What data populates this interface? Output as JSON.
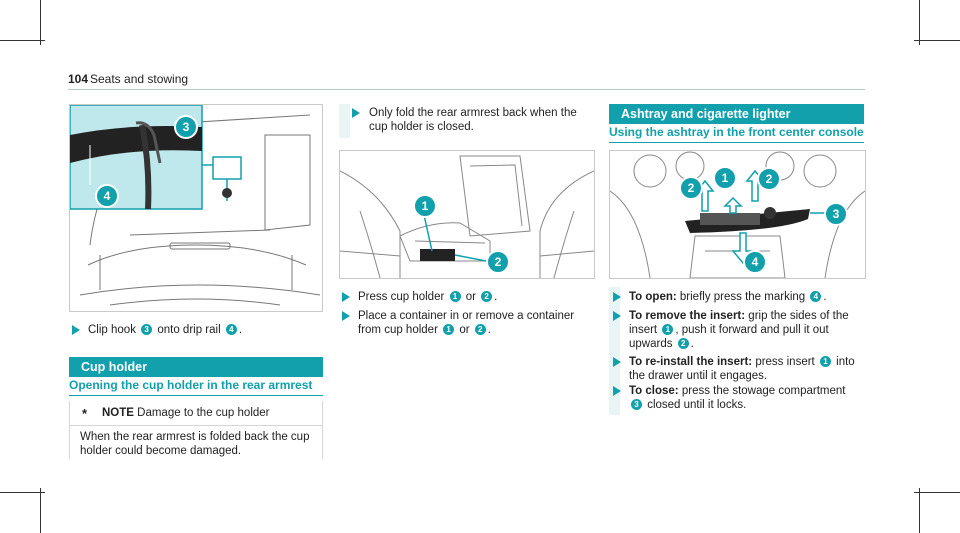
{
  "header": {
    "page_number": "104",
    "section": "Seats and stowing"
  },
  "col1": {
    "item1": {
      "before": "Clip hook",
      "badge": "3",
      "middle": "onto drip rail",
      "badge2": "4",
      "end": "."
    },
    "section_title": "Cup holder",
    "subsection_title": "Opening the cup holder in the rear armrest",
    "note": {
      "icon": "*",
      "title": "NOTE",
      "subtitle": "Damage to the cup holder",
      "body": "When the rear armrest is folded back the cup holder could become damaged."
    },
    "figure_callouts": [
      "3",
      "4"
    ]
  },
  "col2": {
    "intro": "Only fold the rear armrest back when the cup holder is closed.",
    "steps": [
      {
        "text": "Press cup holder",
        "b1": "1",
        "mid": "or",
        "b2": "2",
        "end": "."
      },
      {
        "text": "Place a container in or remove a container from cup holder",
        "b1": "1",
        "mid": "or",
        "b2": "2",
        "end": "."
      }
    ],
    "figure_callouts": [
      "1",
      "2"
    ]
  },
  "col3": {
    "section_title": "Ashtray and cigarette lighter",
    "subsection_title": "Using the ashtray in the front center console",
    "figure_callouts": [
      "2",
      "1",
      "2",
      "3",
      "4"
    ],
    "steps": [
      {
        "kw": "To open:",
        "text": "briefly press the marking",
        "b1": "4",
        "end": "."
      },
      {
        "kw": "To remove the insert:",
        "text": "grip the sides of the insert",
        "b1": "1",
        "text2": ", push it forward and pull it out upwards",
        "b2": "2",
        "end": "."
      },
      {
        "kw": "To re-install the insert:",
        "text": "press insert",
        "b1": "1",
        "text2": "into the drawer until it engages."
      },
      {
        "kw": "To close:",
        "text": "press the stowage compartment",
        "b1": "3",
        "text2": "closed until it locks."
      }
    ]
  },
  "colors": {
    "accent": "#12a0ad",
    "callout": "#12a0ad"
  }
}
